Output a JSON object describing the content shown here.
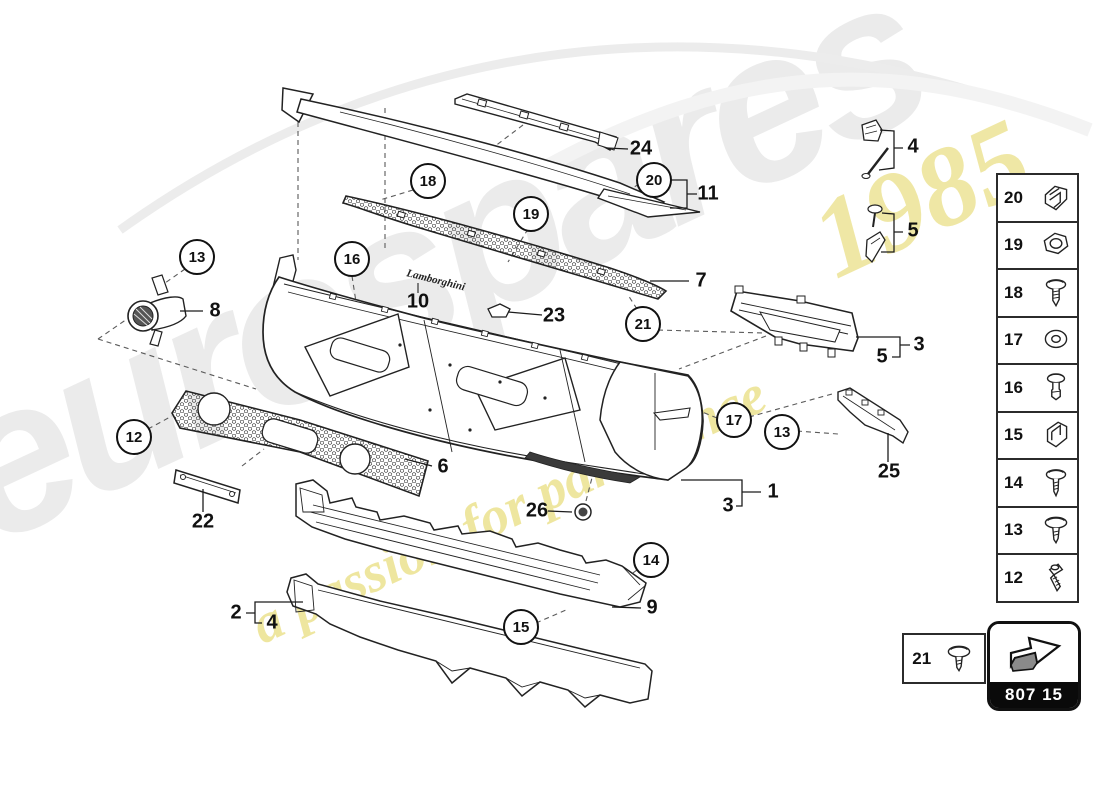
{
  "page": {
    "code": "807 15"
  },
  "watermark": {
    "brand": "eurospares",
    "tagline": "a passion for parts since",
    "year": "1985"
  },
  "badge": {
    "script": "Lamborghini"
  },
  "callouts": {
    "circled": [
      {
        "label": "18"
      },
      {
        "label": "19"
      },
      {
        "label": "20"
      },
      {
        "label": "16"
      },
      {
        "label": "13"
      },
      {
        "label": "21"
      },
      {
        "label": "12"
      },
      {
        "label": "17"
      },
      {
        "label": "13"
      },
      {
        "label": "14"
      },
      {
        "label": "15"
      }
    ],
    "plain": [
      {
        "label": "24"
      },
      {
        "label": "11"
      },
      {
        "label": "7"
      },
      {
        "label": "10"
      },
      {
        "label": "23"
      },
      {
        "label": "8"
      },
      {
        "label": "6"
      },
      {
        "label": "22"
      },
      {
        "label": "3"
      },
      {
        "label": "5"
      },
      {
        "label": "4"
      },
      {
        "label": "5"
      },
      {
        "label": "25"
      },
      {
        "label": "1"
      },
      {
        "label": "3"
      },
      {
        "label": "26"
      },
      {
        "label": "9"
      },
      {
        "label": "2"
      },
      {
        "label": "4"
      }
    ]
  },
  "legend": {
    "items": [
      {
        "number": "20",
        "icon": "clip"
      },
      {
        "number": "19",
        "icon": "hex-nut"
      },
      {
        "number": "18",
        "icon": "washer-screw"
      },
      {
        "number": "17",
        "icon": "washer"
      },
      {
        "number": "16",
        "icon": "shoulder-screw"
      },
      {
        "number": "15",
        "icon": "u-clip"
      },
      {
        "number": "14",
        "icon": "washer-screw"
      },
      {
        "number": "13",
        "icon": "flange-screw"
      },
      {
        "number": "12",
        "icon": "socket-bolt"
      }
    ],
    "extra": {
      "number": "21",
      "icon": "flange-screw"
    }
  }
}
